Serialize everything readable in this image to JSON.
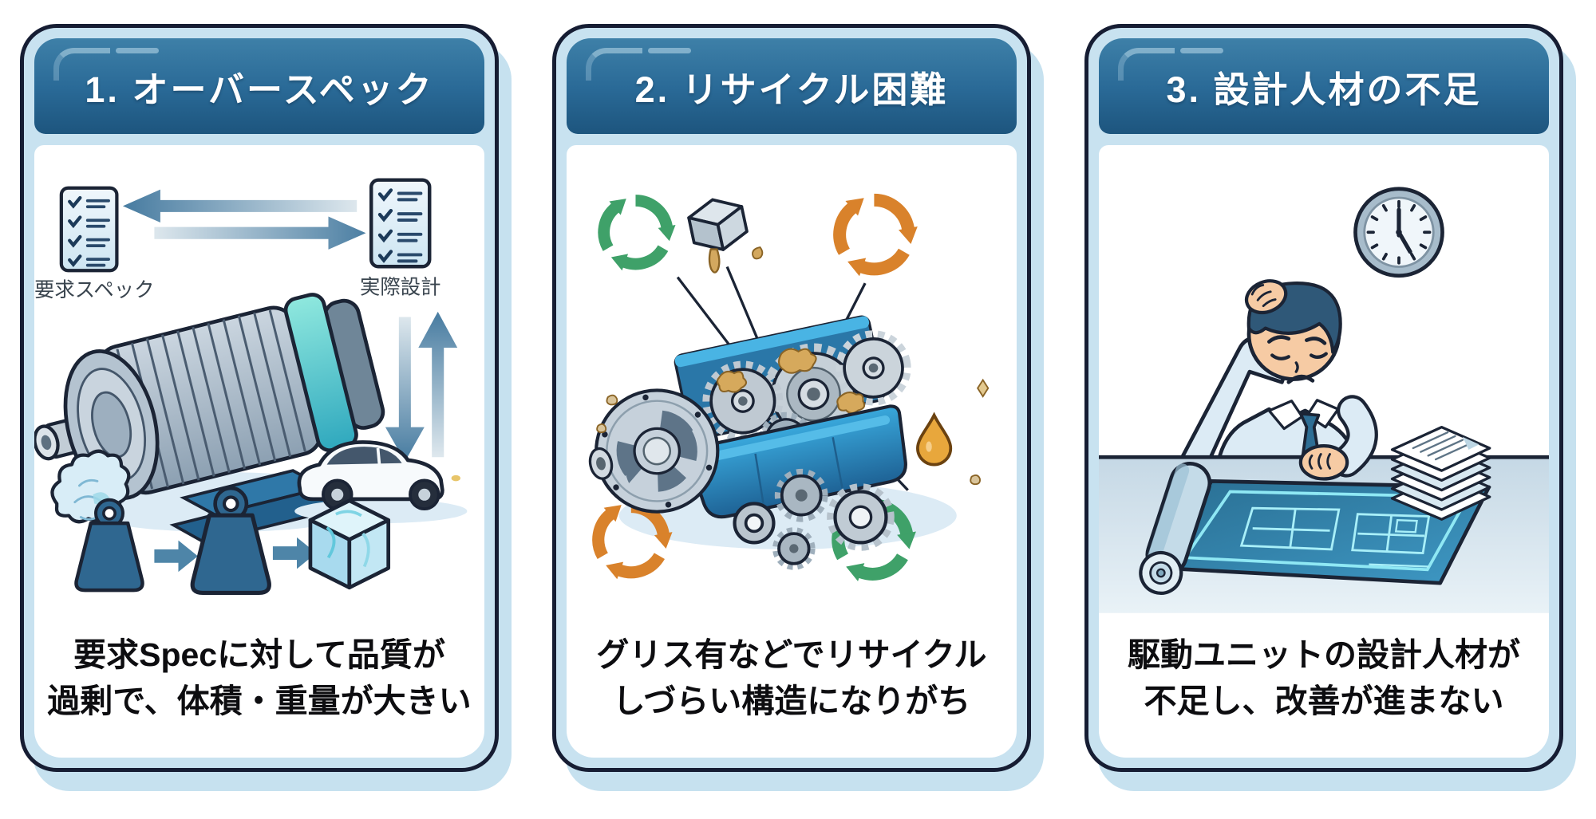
{
  "page": {
    "background": "#FFFFFF",
    "kind": "three-problem-cards-infographic"
  },
  "colors": {
    "card_outline": "#161D33",
    "card_frame": "#C8E2F0",
    "card_shadow": "#C6E1EF",
    "header_gradient_top": "#3E80A8",
    "header_gradient_bottom": "#1D557E",
    "title_text": "#FFFFFF",
    "caption_text": "#0D0D10",
    "steel_arrow": "#4C7FA3",
    "motor_teal": "#3FC0CA",
    "recycle_green": "#3FA169",
    "recycle_orange": "#D9822B",
    "grease_tan": "#D3A85F",
    "housing_blue": "#2E93C8",
    "blueprint_blue": "#2E7BA3",
    "blueprint_lines": "#8FE8F4"
  },
  "cards": [
    {
      "id": "overspec",
      "title": "1. オーバースペック",
      "illustration": {
        "left_checklist_label": "要求スペック",
        "right_checklist_label": "実際設計",
        "icons": [
          "checklist-icon",
          "swap-arrows-icon",
          "electric-motor-icon",
          "car-icon",
          "crumpled-paper-icon",
          "up-down-arrows-icon",
          "weight-icon",
          "weight-icon-large",
          "glass-cube-icon"
        ]
      },
      "caption": {
        "line1": "要求Specに対して品質が",
        "line2": "過剰で、体積・重量が大きい"
      }
    },
    {
      "id": "recycle-difficulty",
      "title": "2. リサイクル困難",
      "illustration": {
        "icons": [
          "recycle-icon-green",
          "recycle-icon-orange",
          "gearbox-cutaway-icon",
          "metal-block-icon",
          "grease-blob-icon",
          "oil-drop-icon",
          "small-gears-icon"
        ]
      },
      "caption": {
        "line1": "グリス有などでリサイクル",
        "line2": "しづらい構造になりがち"
      }
    },
    {
      "id": "design-talent-shortage",
      "title": "3. 設計人材の不足",
      "illustration": {
        "icons": [
          "wall-clock-icon",
          "troubled-engineer-icon",
          "desk-icon",
          "blueprint-icon",
          "paper-stack-icon"
        ]
      },
      "caption": {
        "line1": "駆動ユニットの設計人材が",
        "line2": "不足し、改善が進まない"
      }
    }
  ]
}
